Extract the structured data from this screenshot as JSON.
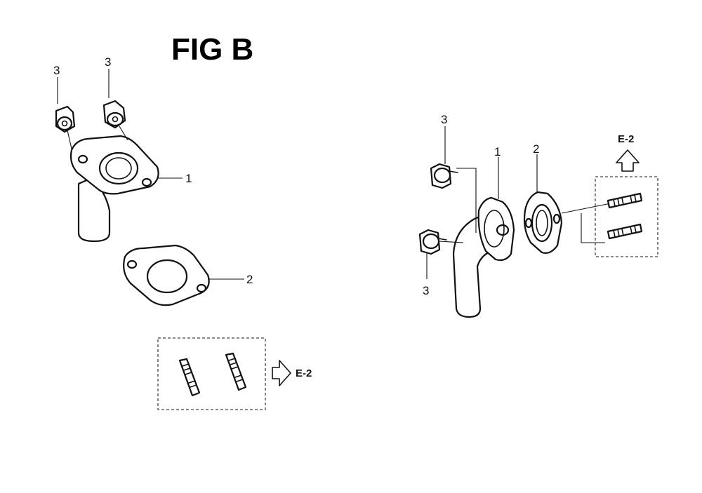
{
  "title": "FIG B",
  "reference": "E-2",
  "callouts": {
    "left_bolt_a": "3",
    "left_bolt_b": "3",
    "left_elbow": "1",
    "left_gasket": "2",
    "right_bolt_top": "3",
    "right_bolt_bottom": "3",
    "right_elbow": "1",
    "right_gasket": "2"
  }
}
